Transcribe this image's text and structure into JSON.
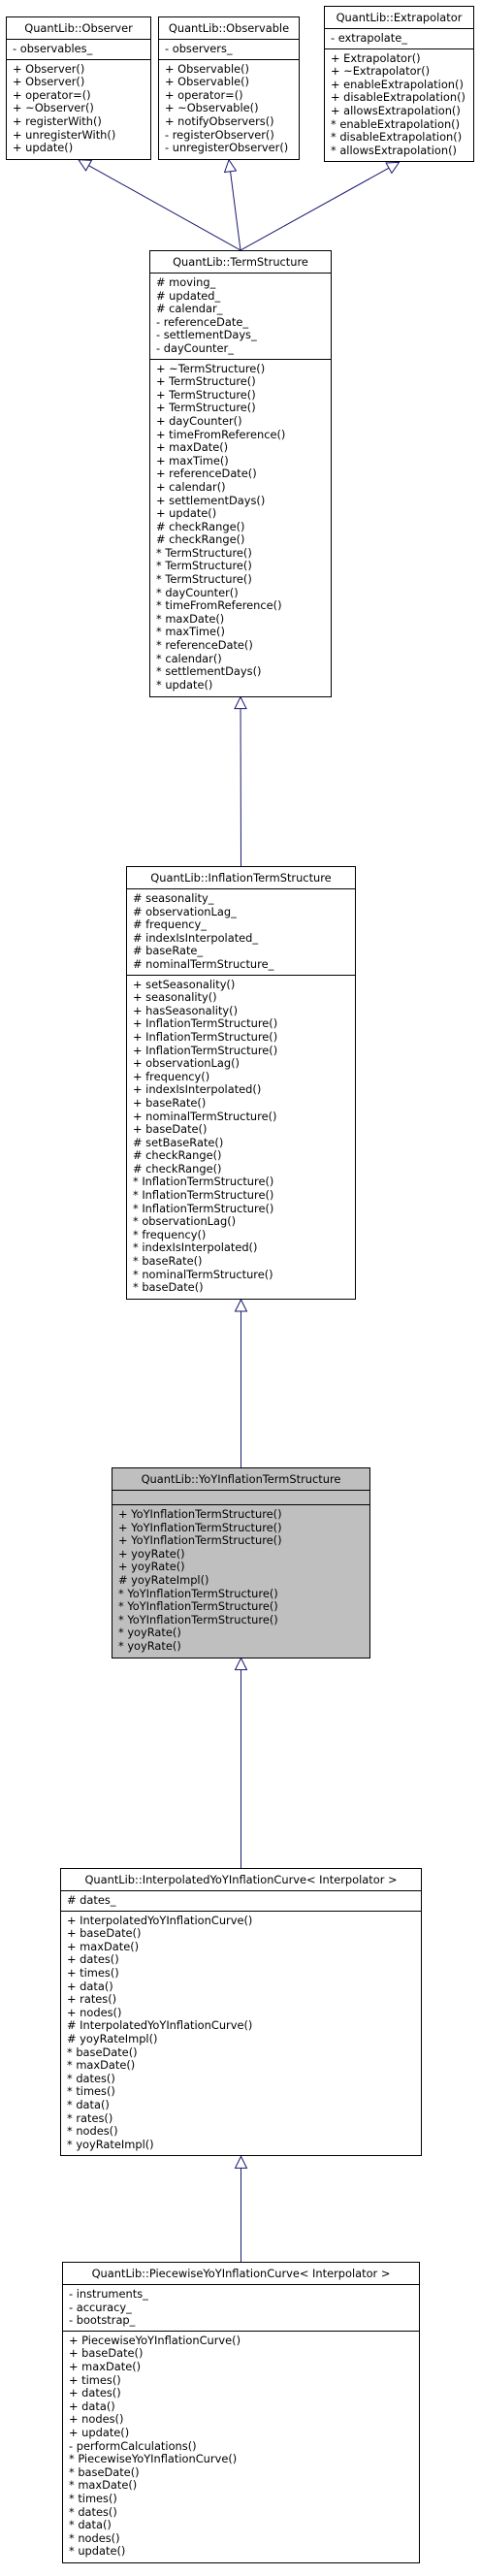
{
  "classes": [
    {
      "id": "observer",
      "title": "QuantLib::Observer",
      "highlight": false,
      "attributes": [
        "- observables_"
      ],
      "operations": [
        "+ Observer()",
        "+ Observer()",
        "+ operator=()",
        "+ ~Observer()",
        "+ registerWith()",
        "+ unregisterWith()",
        "+ update()"
      ]
    },
    {
      "id": "observable",
      "title": "QuantLib::Observable",
      "highlight": false,
      "attributes": [
        "- observers_"
      ],
      "operations": [
        "+ Observable()",
        "+ Observable()",
        "+ operator=()",
        "+ ~Observable()",
        "+ notifyObservers()",
        "- registerObserver()",
        "- unregisterObserver()"
      ]
    },
    {
      "id": "extrapolator",
      "title": "QuantLib::Extrapolator",
      "highlight": false,
      "attributes": [
        "- extrapolate_"
      ],
      "operations": [
        "+ Extrapolator()",
        "+ ~Extrapolator()",
        "+ enableExtrapolation()",
        "+ disableExtrapolation()",
        "+ allowsExtrapolation()",
        "* enableExtrapolation()",
        "* disableExtrapolation()",
        "* allowsExtrapolation()"
      ]
    },
    {
      "id": "termstructure",
      "title": "QuantLib::TermStructure",
      "highlight": false,
      "attributes": [
        "# moving_",
        "# updated_",
        "# calendar_",
        "- referenceDate_",
        "- settlementDays_",
        "- dayCounter_"
      ],
      "operations": [
        "+ ~TermStructure()",
        "+ TermStructure()",
        "+ TermStructure()",
        "+ TermStructure()",
        "+ dayCounter()",
        "+ timeFromReference()",
        "+ maxDate()",
        "+ maxTime()",
        "+ referenceDate()",
        "+ calendar()",
        "+ settlementDays()",
        "+ update()",
        "# checkRange()",
        "# checkRange()",
        "* TermStructure()",
        "* TermStructure()",
        "* TermStructure()",
        "* dayCounter()",
        "* timeFromReference()",
        "* maxDate()",
        "* maxTime()",
        "* referenceDate()",
        "* calendar()",
        "* settlementDays()",
        "* update()"
      ]
    },
    {
      "id": "inflationtermstructure",
      "title": "QuantLib::InflationTermStructure",
      "highlight": false,
      "attributes": [
        "# seasonality_",
        "# observationLag_",
        "# frequency_",
        "# indexIsInterpolated_",
        "# baseRate_",
        "# nominalTermStructure_"
      ],
      "operations": [
        "+ setSeasonality()",
        "+ seasonality()",
        "+ hasSeasonality()",
        "+ InflationTermStructure()",
        "+ InflationTermStructure()",
        "+ InflationTermStructure()",
        "+ observationLag()",
        "+ frequency()",
        "+ indexIsInterpolated()",
        "+ baseRate()",
        "+ nominalTermStructure()",
        "+ baseDate()",
        "# setBaseRate()",
        "# checkRange()",
        "# checkRange()",
        "* InflationTermStructure()",
        "* InflationTermStructure()",
        "* InflationTermStructure()",
        "* observationLag()",
        "* frequency()",
        "* indexIsInterpolated()",
        "* baseRate()",
        "* nominalTermStructure()",
        "* baseDate()"
      ]
    },
    {
      "id": "yoyinflationtermstructure",
      "title": "QuantLib::YoYInflationTermStructure",
      "highlight": true,
      "attributes": [],
      "operations": [
        "+ YoYInflationTermStructure()",
        "+ YoYInflationTermStructure()",
        "+ YoYInflationTermStructure()",
        "+ yoyRate()",
        "+ yoyRate()",
        "# yoyRateImpl()",
        "* YoYInflationTermStructure()",
        "* YoYInflationTermStructure()",
        "* YoYInflationTermStructure()",
        "* yoyRate()",
        "* yoyRate()"
      ]
    },
    {
      "id": "interpolatedyoy",
      "title": "QuantLib::InterpolatedYoYInflationCurve< Interpolator >",
      "highlight": false,
      "attributes": [
        "# dates_"
      ],
      "operations": [
        "+ InterpolatedYoYInflationCurve()",
        "+ baseDate()",
        "+ maxDate()",
        "+ dates()",
        "+ times()",
        "+ data()",
        "+ rates()",
        "+ nodes()",
        "# InterpolatedYoYInflationCurve()",
        "# yoyRateImpl()",
        "* baseDate()",
        "* maxDate()",
        "* dates()",
        "* times()",
        "* data()",
        "* rates()",
        "* nodes()",
        "* yoyRateImpl()"
      ]
    },
    {
      "id": "piecewiseyoy",
      "title": "QuantLib::PiecewiseYoYInflationCurve< Interpolator >",
      "highlight": false,
      "attributes": [
        "- instruments_",
        "- accuracy_",
        "- bootstrap_"
      ],
      "operations": [
        "+ PiecewiseYoYInflationCurve()",
        "+ baseDate()",
        "+ maxDate()",
        "+ times()",
        "+ dates()",
        "+ data()",
        "+ nodes()",
        "+ update()",
        "- performCalculations()",
        "* PiecewiseYoYInflationCurve()",
        "* baseDate()",
        "* maxDate()",
        "* times()",
        "* dates()",
        "* data()",
        "* nodes()",
        "* update()"
      ]
    }
  ],
  "relations": [
    {
      "from": "termstructure",
      "to": "observer",
      "kind": "inheritance"
    },
    {
      "from": "termstructure",
      "to": "observable",
      "kind": "inheritance"
    },
    {
      "from": "termstructure",
      "to": "extrapolator",
      "kind": "inheritance"
    },
    {
      "from": "inflationtermstructure",
      "to": "termstructure",
      "kind": "inheritance"
    },
    {
      "from": "yoyinflationtermstructure",
      "to": "inflationtermstructure",
      "kind": "inheritance"
    },
    {
      "from": "interpolatedyoy",
      "to": "yoyinflationtermstructure",
      "kind": "inheritance"
    },
    {
      "from": "piecewiseyoy",
      "to": "interpolatedyoy",
      "kind": "inheritance"
    }
  ],
  "colors": {
    "edge": "#191970",
    "highlight_fill": "#bfbfbf",
    "border": "#000000"
  }
}
